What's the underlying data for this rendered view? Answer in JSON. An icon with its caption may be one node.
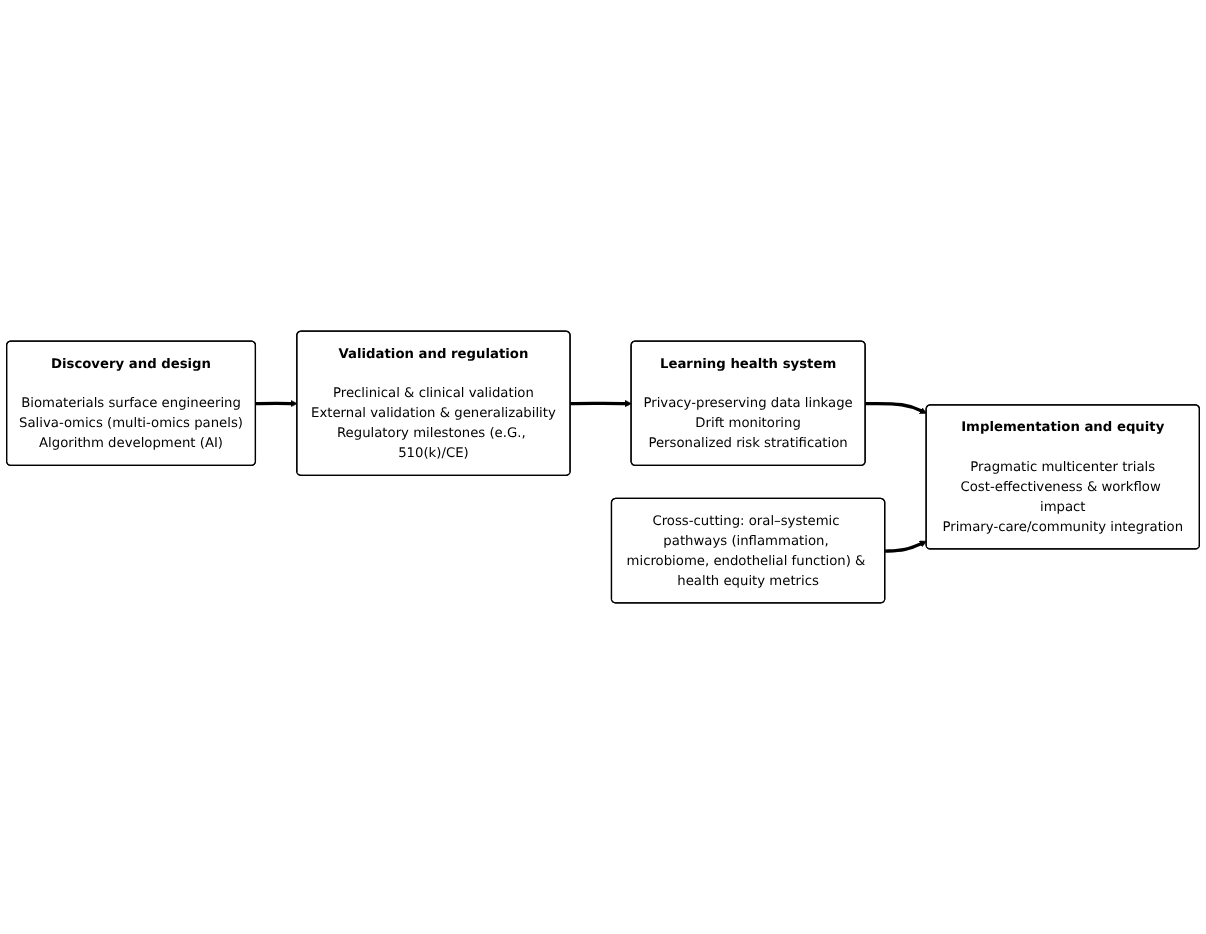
{
  "diagram": {
    "nodes": [
      {
        "text": [
          "Discovery and design",
          "Biomaterials surface engineering",
          "Saliva-omics (multi-omics panels)",
          "Algorithm development (AI)"
        ]
      },
      {
        "text": [
          "Validation and regulation",
          "Preclinical & clinical validation",
          "External validation & generalizability",
          "Regulatory milestones (e.G., 510(k)/CE)"
        ]
      },
      {
        "text": [
          "Implementation and equity",
          "Pragmatic multicenter trials",
          "Cost-effectiveness & workflow impact",
          "Primary-care/community integration"
        ]
      },
      {
        "text": [
          "Learning health system",
          "Privacy-preserving data linkage",
          "Drift monitoring",
          "Personalized risk stratification"
        ]
      },
      {
        "text": [
          "Cross-cutting: oral–systemic pathways (inflammation, microbiome, endothelial function) & health equity metrics"
        ]
      }
    ],
    "edges": [
      {
        "from": 0,
        "to": 1,
        "arrow": "to"
      },
      {
        "from": 1,
        "to": 3,
        "arrow": "to"
      },
      {
        "from": 3,
        "to": 2,
        "arrow": "to"
      },
      {
        "from": 4,
        "to": 2,
        "arrow": "to"
      }
    ]
  }
}
